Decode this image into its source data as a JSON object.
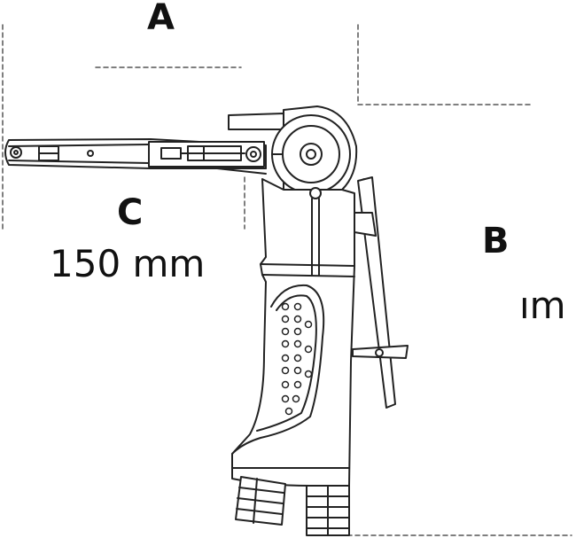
{
  "labels": {
    "a": "A",
    "b": "B",
    "c": "C"
  },
  "dimensions": {
    "c_value": "150 mm",
    "b_value_partial": "ım"
  },
  "colors": {
    "line": "#222222",
    "fill": "#ffffff",
    "dash": "#555555"
  }
}
